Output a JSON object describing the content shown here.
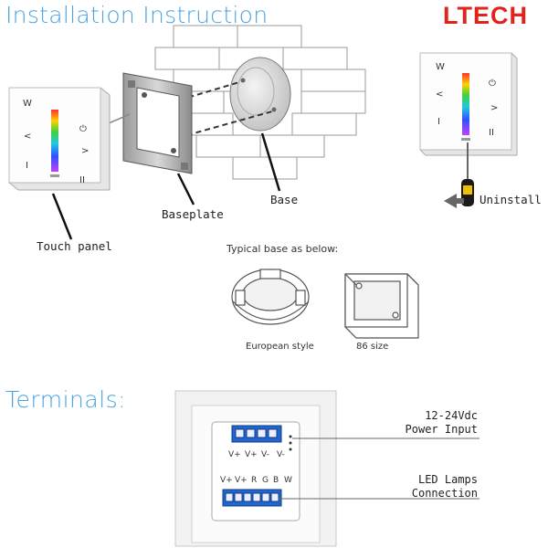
{
  "header": {
    "title": "Installation Instruction",
    "brand": "LTECH"
  },
  "install": {
    "labels": {
      "touch_panel": "Touch panel",
      "baseplate": "Baseplate",
      "base": "Base",
      "uninstall": "Uninstall",
      "typical_base": "Typical base as below:",
      "european": "European style",
      "size86": "86 size"
    },
    "panel_keys": [
      "W",
      "<",
      "I",
      "⏻",
      ">",
      "II"
    ]
  },
  "terminals": {
    "title": "Terminals:",
    "power_label_line1": "12-24Vdc",
    "power_label_line2": "Power Input",
    "led_label_line1": "LED Lamps",
    "led_label_line2": "Connection",
    "top_pins": [
      "V+",
      "V+",
      "V-",
      "V-"
    ],
    "bottom_pins": [
      "V+",
      "V+",
      "R",
      "G",
      "B",
      "W"
    ]
  },
  "colors": {
    "title_blue": "#4aa3df",
    "brand_red": "#e2231a",
    "terminal_blue": "#2266cc"
  }
}
